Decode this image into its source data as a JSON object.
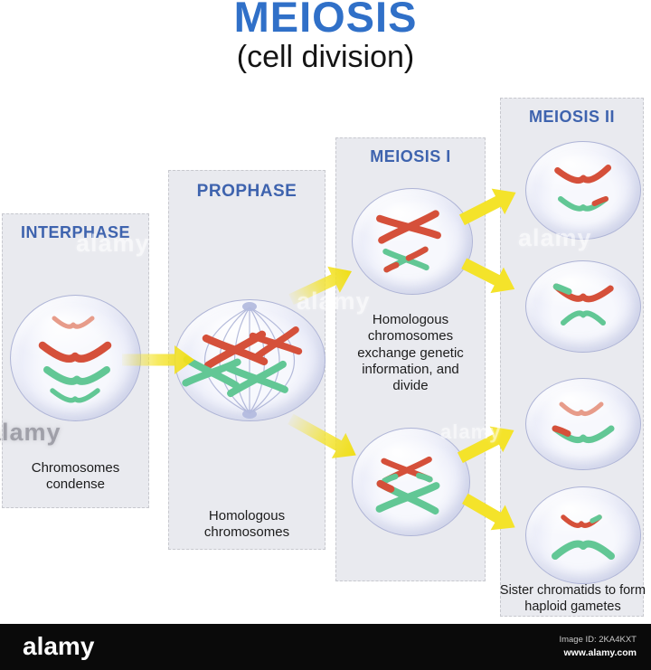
{
  "title": "MEIOSIS",
  "subtitle": "(cell division)",
  "stages": [
    {
      "label": "INTERPHASE",
      "caption": "Chromosomes condense"
    },
    {
      "label": "PROPHASE",
      "caption": "Homologous chromosomes"
    },
    {
      "label": "MEIOSIS I",
      "caption": "Homologous chromosomes exchange genetic information, and divide"
    },
    {
      "label": "MEIOSIS II",
      "caption": "Sister chromatids to form haploid gametes"
    }
  ],
  "watermark": "alamy",
  "footer": {
    "logo": "alamy",
    "image_id": "Image ID: 2KA4KXT",
    "website": "www.alamy.com"
  },
  "colors": {
    "title_blue": "#3070c8",
    "stage_blue": "#3e63ae",
    "chromosome_red": "#d5503a",
    "chromosome_red_light": "#e79c8a",
    "chromosome_green": "#62c795",
    "arrow_yellow": "#f4e32a",
    "panel_bg": "#e9eaef",
    "footer_bg": "#0a0a0a"
  }
}
